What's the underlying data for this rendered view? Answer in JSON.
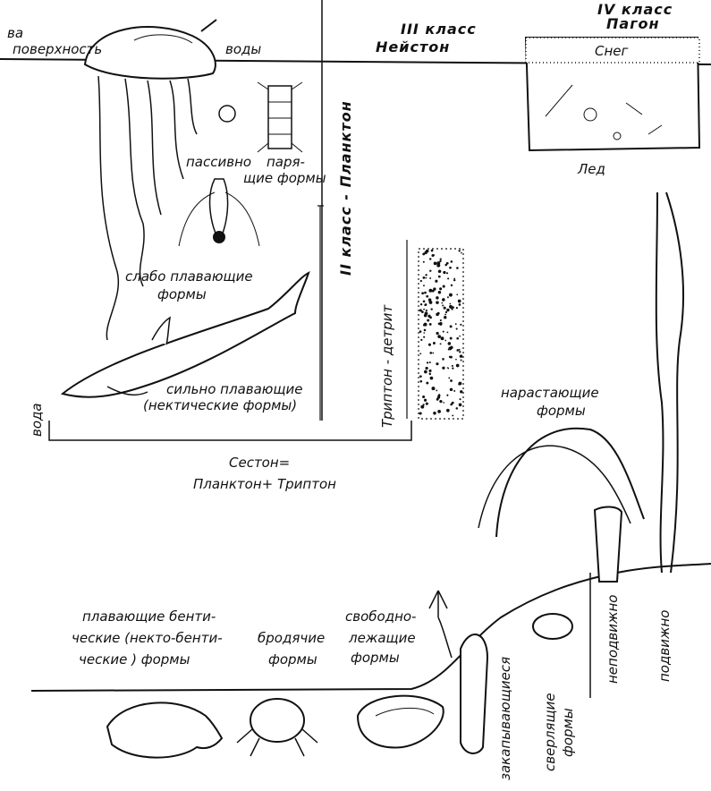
{
  "labels": {
    "surface": "поверхность",
    "water_top": "воды",
    "water_corner": "ва",
    "class3_title": "III класс",
    "class3_name": "Нейстон",
    "class4_title": "IV класс",
    "class4_name": "Пагон",
    "snow": "Снег",
    "ice": "Лед",
    "passive_1": "пассивно",
    "passive_2": "паря-",
    "passive_3": "щие формы",
    "weak_1": "слабо плавающие",
    "weak_2": "формы",
    "strong_1": "сильно плавающие",
    "strong_2": "(нектические формы)",
    "water_side": "вода",
    "class2": "II класс - Планктон",
    "tripton": "Триптон - детрит",
    "seston_1": "Сестон=",
    "seston_2": "Планктон+ Триптон",
    "growing_1": "нарастающие",
    "growing_2": "формы",
    "swim_benthic_1": "плавающие бенти-",
    "swim_benthic_2": "ческие (некто-бенти-",
    "swim_benthic_3": "ческие ) формы",
    "wandering_1": "бродячие",
    "wandering_2": "формы",
    "free_1": "свободно-",
    "free_2": "лежащие",
    "free_3": "формы",
    "immobile": "неподвижно",
    "mobile": "подвижно",
    "burrowing": "закапывающиеся",
    "boring_1": "сверлящие",
    "boring_2": "формы"
  }
}
